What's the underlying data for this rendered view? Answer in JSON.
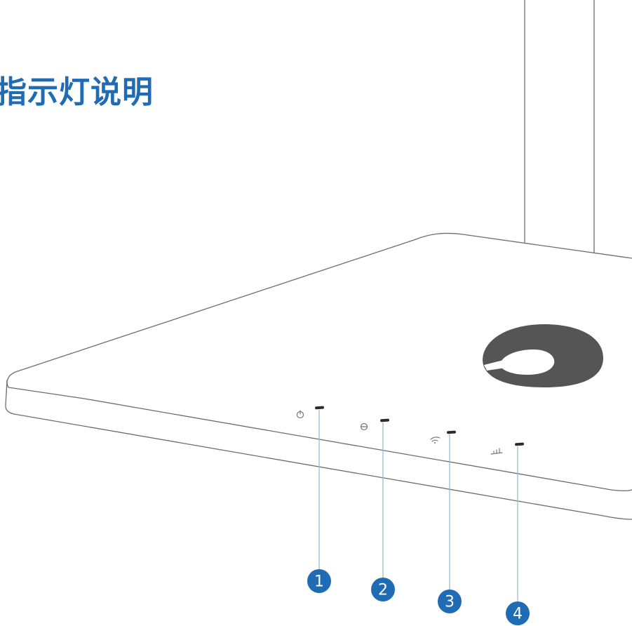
{
  "title": "指示灯说明",
  "indicators": [
    {
      "number": "1",
      "icon": "power-icon"
    },
    {
      "number": "2",
      "icon": "internet-icon"
    },
    {
      "number": "3",
      "icon": "wifi-icon"
    },
    {
      "number": "4",
      "icon": "signal-icon"
    }
  ],
  "colors": {
    "accent": "#1f6cb5",
    "outline": "#6d6d6d",
    "leader": "#9db8d6",
    "logo": "#555555"
  }
}
